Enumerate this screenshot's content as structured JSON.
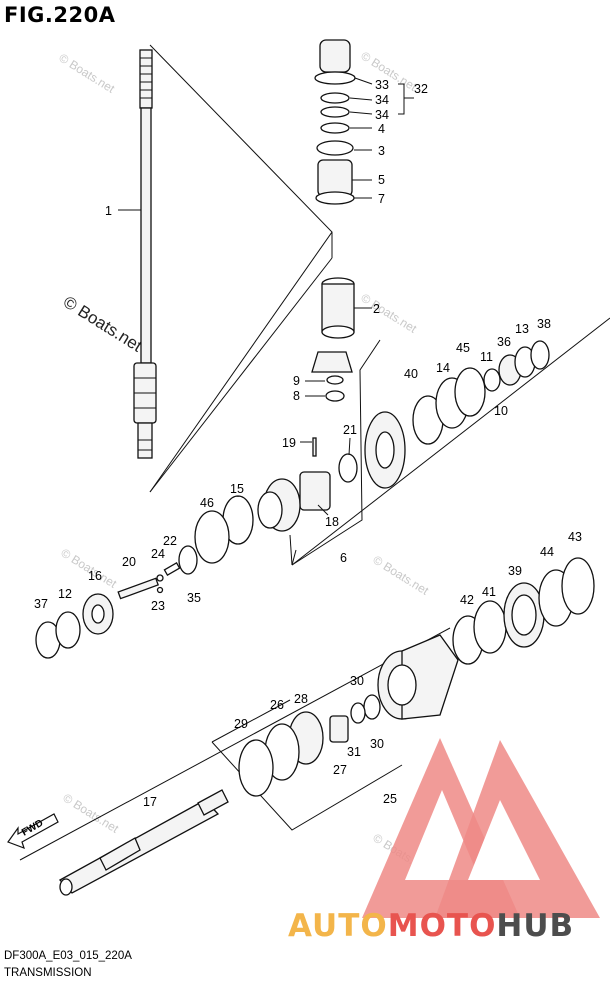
{
  "figure": {
    "title": "FIG.220A"
  },
  "footer": {
    "code": "DF300A_E03_015_220A",
    "name": "TRANSMISSION"
  },
  "watermark": {
    "text": "© Boats.net"
  },
  "brand": {
    "part1": "AUTO",
    "part2": "MOTO",
    "part3": "HUB",
    "colors": {
      "auto": "#f3b54a",
      "moto": "#e8544f",
      "hub": "#4d4d4d"
    }
  },
  "direction_label": "FWD",
  "callouts": [
    "1",
    "2",
    "3",
    "4",
    "5",
    "6",
    "7",
    "8",
    "9",
    "10",
    "11",
    "12",
    "13",
    "14",
    "15",
    "16",
    "17",
    "18",
    "19",
    "20",
    "21",
    "22",
    "23",
    "24",
    "25",
    "26",
    "27",
    "28",
    "29",
    "30",
    "30",
    "31",
    "32",
    "33",
    "34",
    "34",
    "35",
    "36",
    "37",
    "38",
    "39",
    "40",
    "41",
    "42",
    "43",
    "44",
    "45",
    "46"
  ]
}
